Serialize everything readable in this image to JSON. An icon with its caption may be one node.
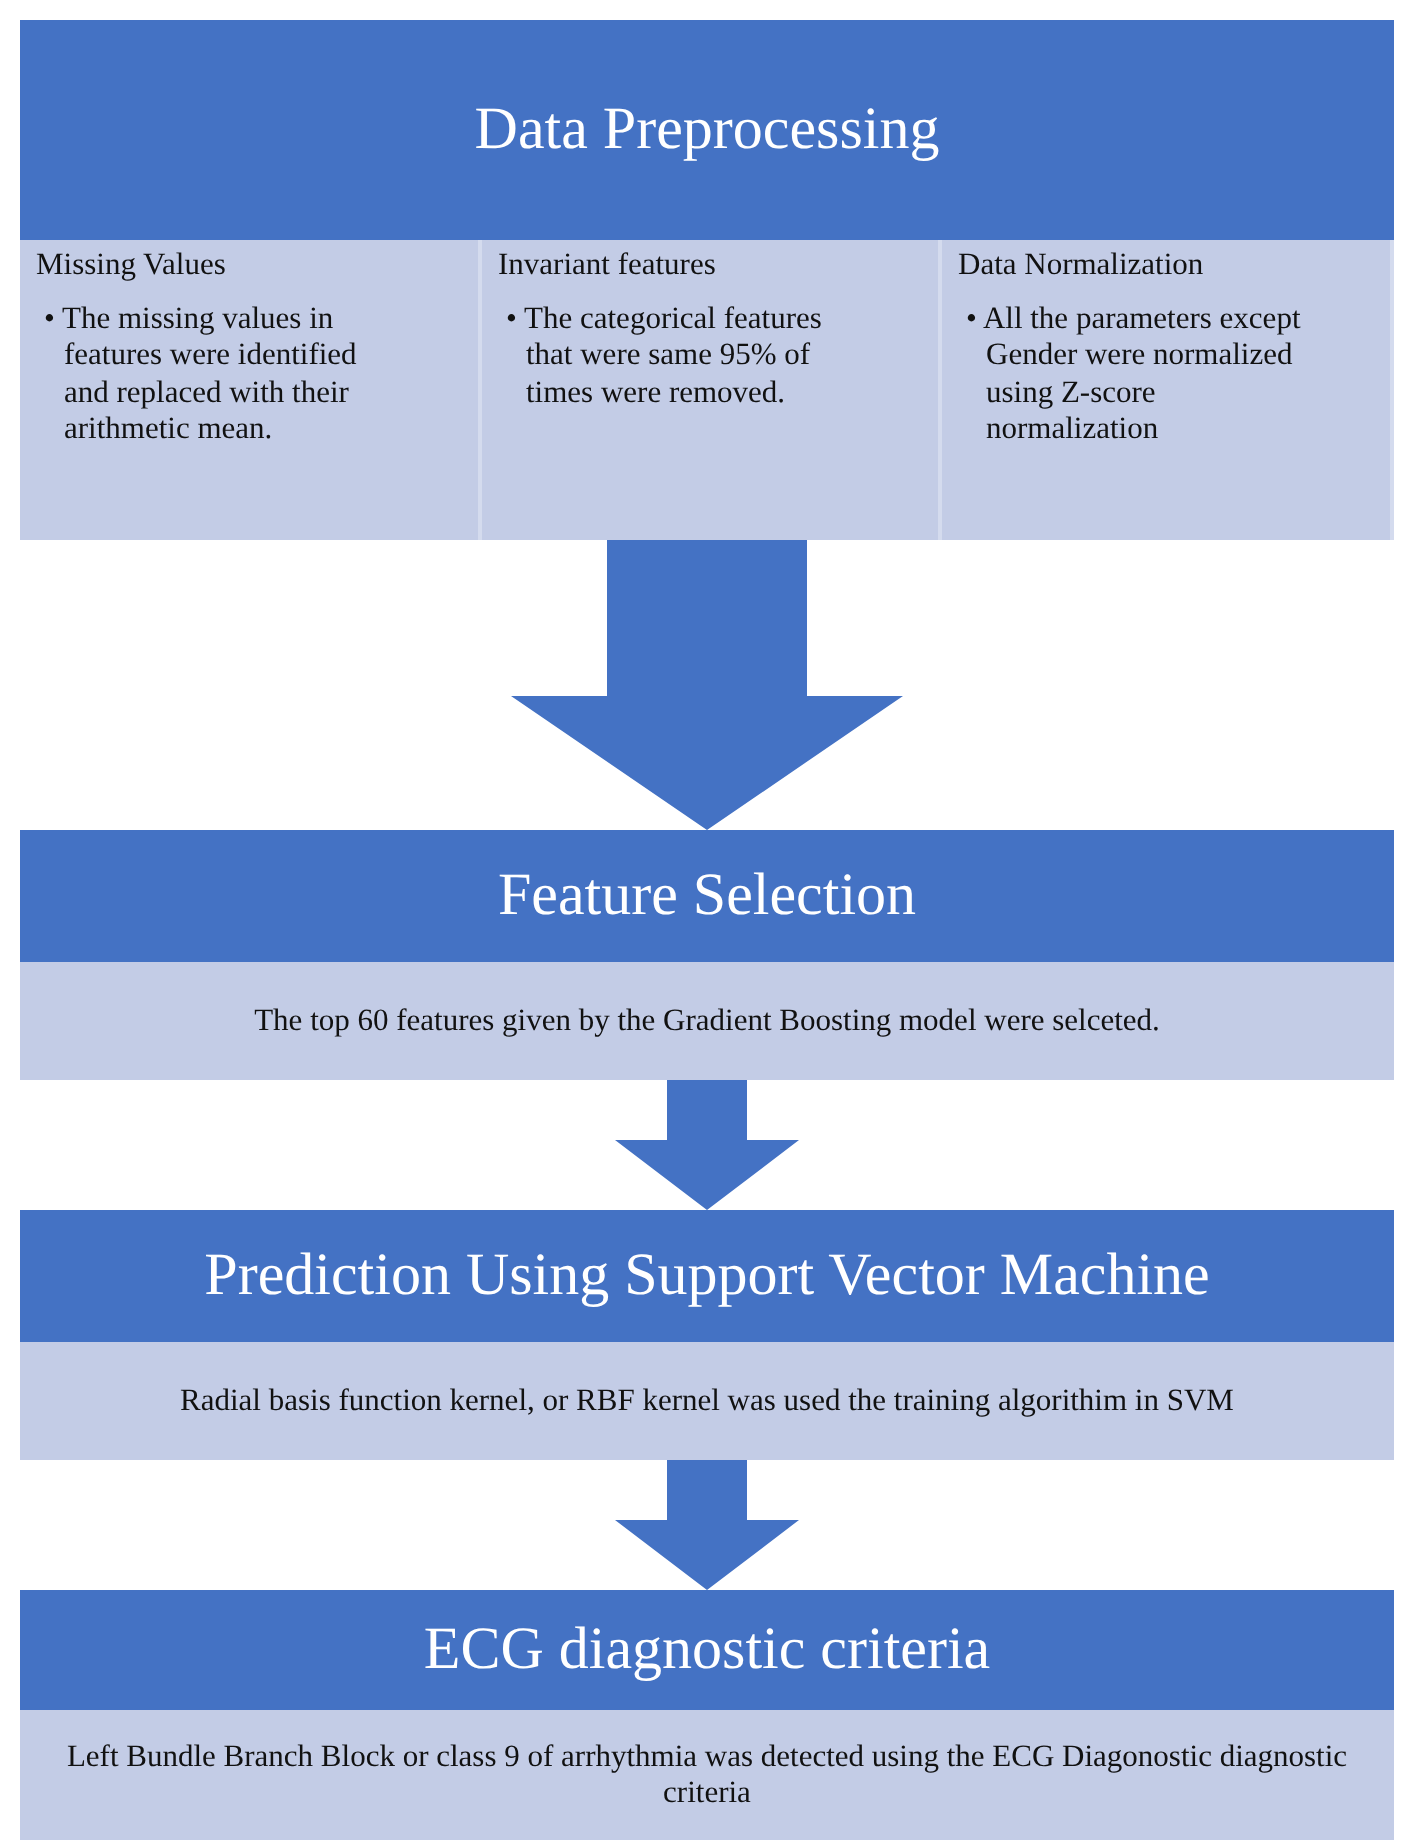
{
  "diagram": {
    "nodes": [
      {
        "text": [
          "Data Preprocessing"
        ]
      },
      {
        "text": [
          "Missing Values",
          "• The missing values in features were identified and replaced with their arithmetic mean."
        ]
      },
      {
        "text": [
          "Invariant features",
          "• The categorical features that were same 95% of times were removed."
        ]
      },
      {
        "text": [
          "Data Normalization",
          "• All the parameters except Gender were normalized using Z-score normalization"
        ]
      },
      {
        "text": [
          "Feature Selection"
        ]
      },
      {
        "text": [
          "The top 60 features given by the Gradient Boosting model were selceted."
        ]
      },
      {
        "text": [
          "Prediction Using Support Vector Machine"
        ]
      },
      {
        "text": [
          "Radial basis function kernel, or RBF kernel was used the training algorithim in SVM"
        ]
      },
      {
        "text": [
          "ECG diagnostic criteria"
        ]
      },
      {
        "text": [
          "Left Bundle Branch Block or class 9 of arrhythmia was detected using the ECG Diagonostic diagnostic criteria"
        ]
      }
    ],
    "edges": [
      {
        "from": 2,
        "to": 4,
        "arrow": "to",
        "style": "thick"
      },
      {
        "from": 5,
        "to": 6,
        "arrow": "to",
        "style": "thick"
      },
      {
        "from": 7,
        "to": 8,
        "arrow": "to",
        "style": "thick"
      }
    ]
  }
}
